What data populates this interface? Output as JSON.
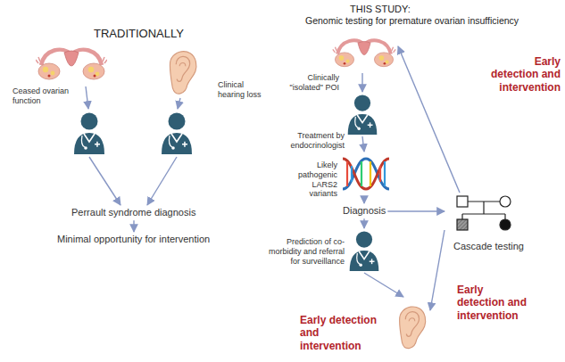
{
  "diagram": {
    "nodes": [
      {
        "text": [
          "Ceased ovarian function"
        ]
      },
      {
        "text": [
          "Clinical hearing loss"
        ]
      },
      {
        "text": [
          "Perrault syndrome diagnosis"
        ]
      },
      {
        "text": [
          "Minimal opportunity for intervention"
        ]
      },
      {
        "text": [
          "Clinically \"isolated\" POI"
        ]
      },
      {
        "text": [
          "Treatment by endocrinologist"
        ]
      },
      {
        "text": [
          "Likely pathogenic LARS2 variants"
        ]
      },
      {
        "text": [
          "Diagnosis"
        ]
      },
      {
        "text": [
          "Prediction of co-morbidity and referral for surveillance"
        ]
      },
      {
        "text": [
          "Early detection and intervention"
        ]
      },
      {
        "text": [
          "Cascade testing"
        ]
      }
    ],
    "edges": [
      {
        "from": 0,
        "to": 2,
        "arrow": "to"
      },
      {
        "from": 1,
        "to": 2,
        "arrow": "to"
      },
      {
        "from": 2,
        "to": 3,
        "arrow": "to"
      },
      {
        "from": 4,
        "to": 5,
        "arrow": "to"
      },
      {
        "from": 5,
        "to": 6,
        "arrow": "to"
      },
      {
        "from": 6,
        "to": 7,
        "arrow": "to"
      },
      {
        "from": 7,
        "to": 8,
        "arrow": "to"
      },
      {
        "from": 8,
        "to": 9,
        "arrow": "to"
      },
      {
        "from": 7,
        "to": 10,
        "arrow": "to"
      },
      {
        "from": 10,
        "to": 4,
        "label": "Early detection and intervention",
        "arrow": "to"
      },
      {
        "from": 10,
        "to": 9,
        "label": "Early detection and intervention",
        "arrow": "to"
      }
    ],
    "labels": [
      "TRADITIONALLY",
      "THIS STUDY:",
      "Genomic testing for premature ovarian insufficiency"
    ]
  }
}
